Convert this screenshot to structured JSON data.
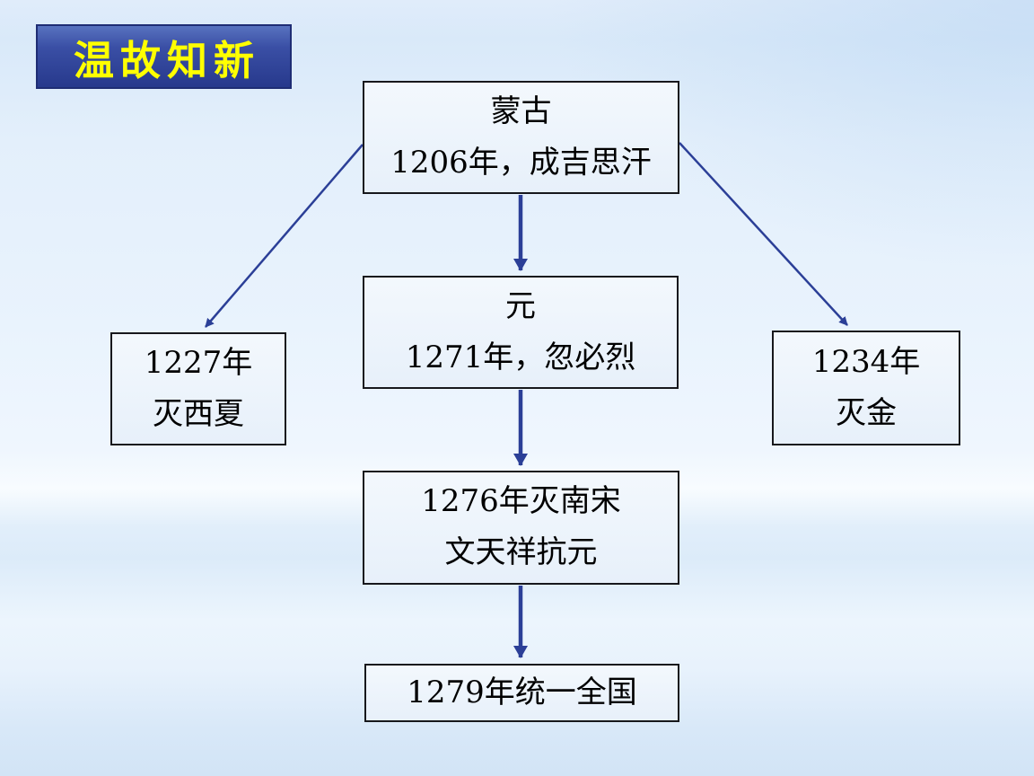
{
  "badge": {
    "label": "温故知新",
    "text_color": "#ffff00",
    "bg_top": "#5872bf",
    "bg_bottom": "#27398c",
    "border_color": "#1f2d74"
  },
  "flowchart": {
    "arrow_color": "#2b3f97",
    "nodes": [
      {
        "id": "mongolia",
        "lines": [
          "蒙古",
          "1206年，成吉思汗"
        ]
      },
      {
        "id": "yuan",
        "lines": [
          "元",
          "1271年，忽必烈"
        ]
      },
      {
        "id": "xixia",
        "lines": [
          "1227年",
          "灭西夏"
        ]
      },
      {
        "id": "jin",
        "lines": [
          "1234年",
          "灭金"
        ]
      },
      {
        "id": "southern-song",
        "lines": [
          "1276年灭南宋",
          "文天祥抗元"
        ]
      },
      {
        "id": "unification",
        "lines": [
          "1279年统一全国"
        ]
      }
    ],
    "edges": [
      {
        "from": "mongolia",
        "to": "xixia"
      },
      {
        "from": "mongolia",
        "to": "yuan"
      },
      {
        "from": "mongolia",
        "to": "jin"
      },
      {
        "from": "yuan",
        "to": "southern-song"
      },
      {
        "from": "southern-song",
        "to": "unification"
      }
    ]
  }
}
